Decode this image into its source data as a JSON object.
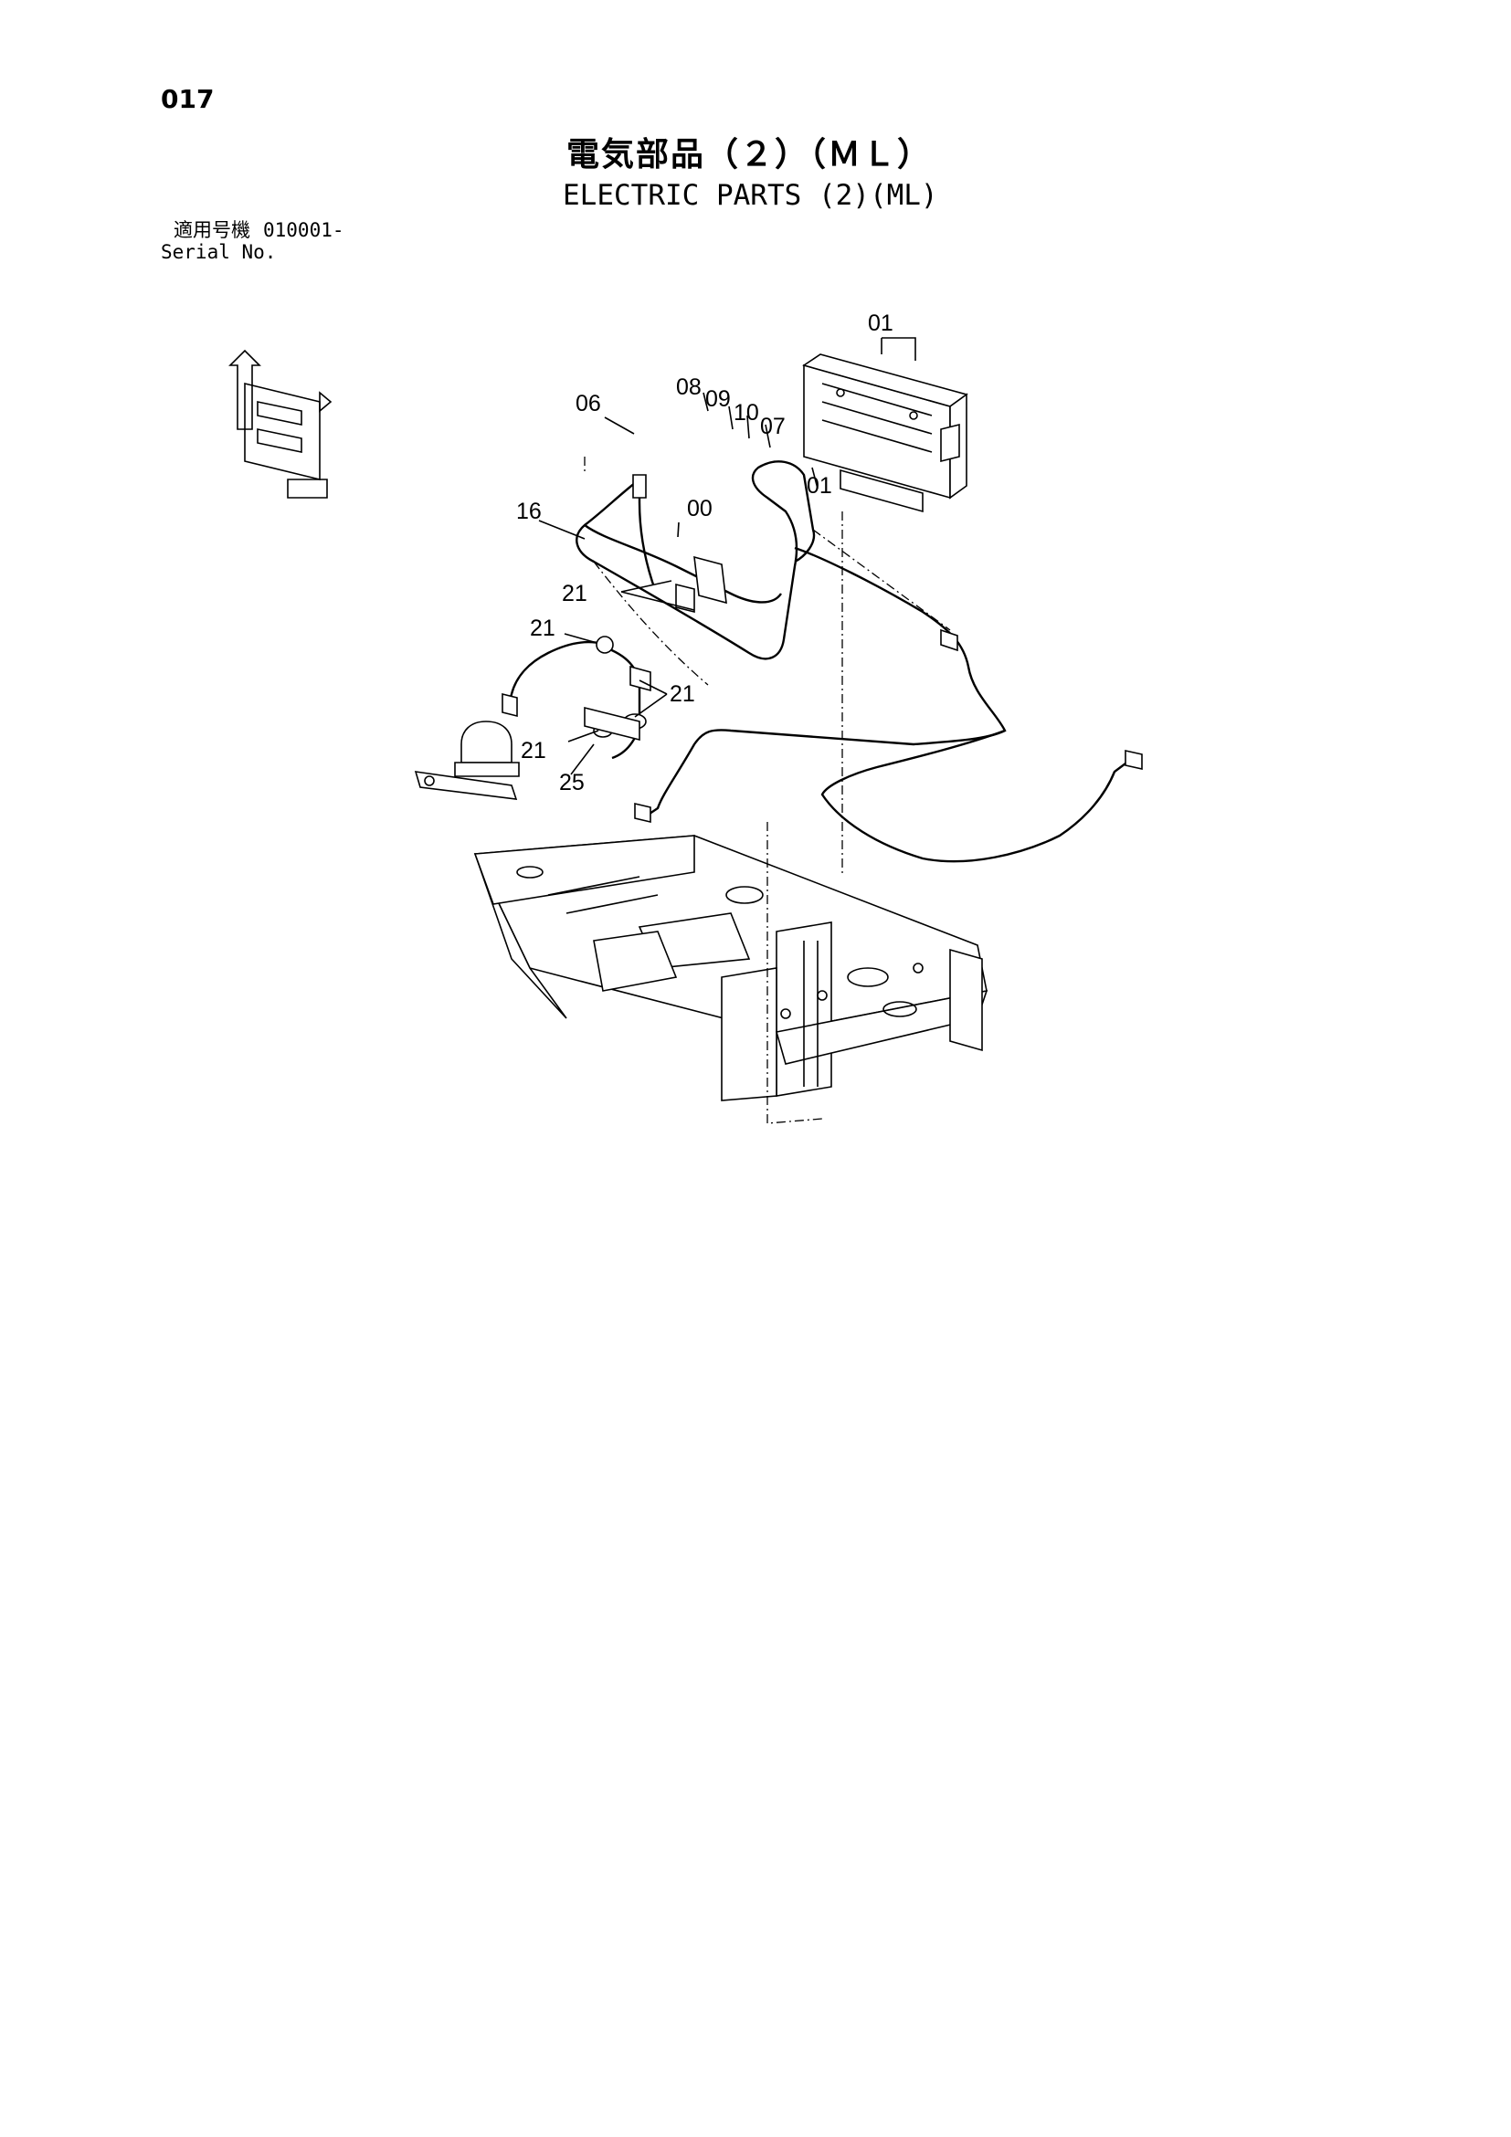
{
  "header": {
    "page_number": "017",
    "title_jp": "電気部品（２）（ＭＬ）",
    "title_en": "ELECTRIC PARTS (2)(ML)"
  },
  "serial": {
    "label_jp": "適用号機",
    "label_en": "Serial No.",
    "range": "010001-"
  },
  "callouts": {
    "c01_top": "01",
    "c01_bottom": "01",
    "c06": "06",
    "c08": "08",
    "c09": "09",
    "c10": "10",
    "c07": "07",
    "c16": "16",
    "c00": "00",
    "c21_a": "21",
    "c21_b": "21",
    "c21_c": "21",
    "c21_d": "21",
    "c25": "25"
  },
  "colors": {
    "ink": "#000000",
    "paper": "#ffffff"
  }
}
